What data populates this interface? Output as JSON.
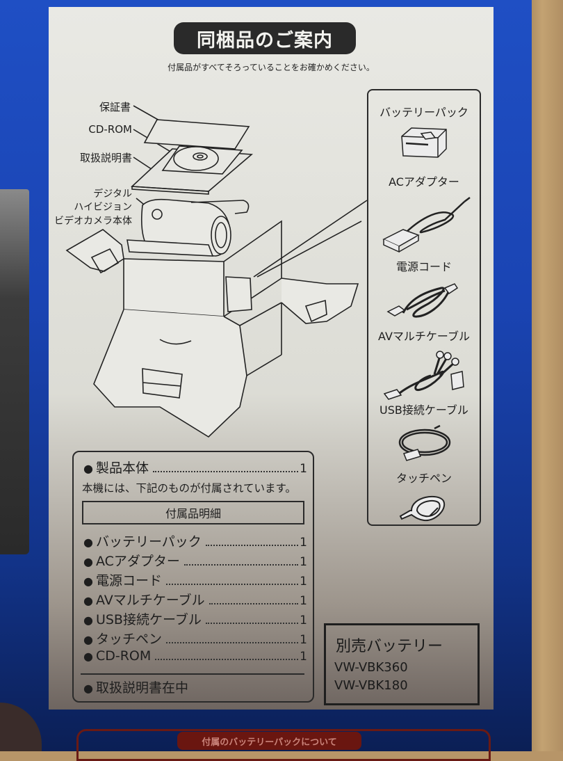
{
  "header": {
    "title": "同梱品のご案内",
    "subtitle": "付属品がすべてそろっていることをお確かめください。"
  },
  "diagram_labels": {
    "warranty": "保証書",
    "cdrom": "CD-ROM",
    "manual": "取扱説明書",
    "camera_line1": "デジタル",
    "camera_line2": "ハイビジョン",
    "camera_line3": "ビデオカメラ本体"
  },
  "accessories_panel": {
    "items": [
      {
        "label": "バッテリーパック",
        "icon": "battery-pack-icon"
      },
      {
        "label": "ACアダプター",
        "icon": "ac-adapter-icon"
      },
      {
        "label": "電源コード",
        "icon": "power-cord-icon"
      },
      {
        "label": "AVマルチケーブル",
        "icon": "av-multi-cable-icon"
      },
      {
        "label": "USB接続ケーブル",
        "icon": "usb-cable-icon"
      },
      {
        "label": "タッチペン",
        "icon": "touch-pen-icon"
      }
    ]
  },
  "contents_list": {
    "main_item": {
      "bullet": "●",
      "label": "製品本体",
      "qty": "1"
    },
    "note": "本機には、下記のものが付属されています。",
    "detail_header": "付属品明細",
    "items": [
      {
        "bullet": "●",
        "label": "バッテリーパック",
        "qty": "1"
      },
      {
        "bullet": "●",
        "label": "ACアダプター",
        "qty": "1"
      },
      {
        "bullet": "●",
        "label": "電源コード",
        "qty": "1"
      },
      {
        "bullet": "●",
        "label": "AVマルチケーブル",
        "qty": "1"
      },
      {
        "bullet": "●",
        "label": "USB接続ケーブル",
        "qty": "1"
      },
      {
        "bullet": "●",
        "label": "タッチペン",
        "qty": "1"
      },
      {
        "bullet": "●",
        "label": "CD-ROM",
        "qty": "1"
      }
    ],
    "footer": {
      "bullet": "●",
      "label": "取扱説明書在中"
    }
  },
  "separate_battery": {
    "title": "別売バッテリー",
    "models": [
      "VW-VBK360",
      "VW-VBK180"
    ]
  },
  "bottom_banner": {
    "label": "付属のバッテリーパックについて"
  },
  "colors": {
    "box_blue": "#1f4fc4",
    "panel_gray": "#e9e9e4",
    "ink": "#1e1e1e",
    "banner_red": "#6a1610"
  }
}
